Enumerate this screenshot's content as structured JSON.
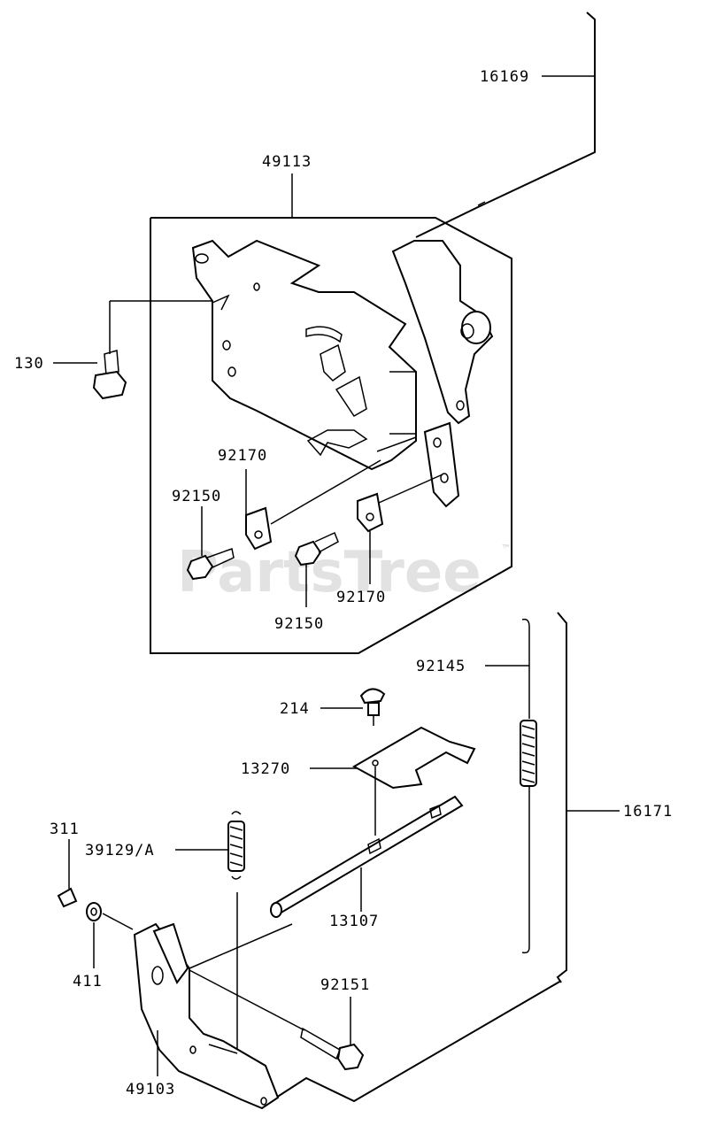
{
  "watermark": "PartsTree",
  "trademark": "™",
  "labels": {
    "p16169": "16169",
    "p49113": "49113",
    "p130": "130",
    "p92170a": "92170",
    "p92150a": "92150",
    "p92150b": "92150",
    "p92170b": "92170",
    "p92145": "92145",
    "p214": "214",
    "p13270": "13270",
    "p16171": "16171",
    "p311": "311",
    "p39129A": "39129/A",
    "p13107": "13107",
    "p411": "411",
    "p92151": "92151",
    "p49103": "49103"
  }
}
